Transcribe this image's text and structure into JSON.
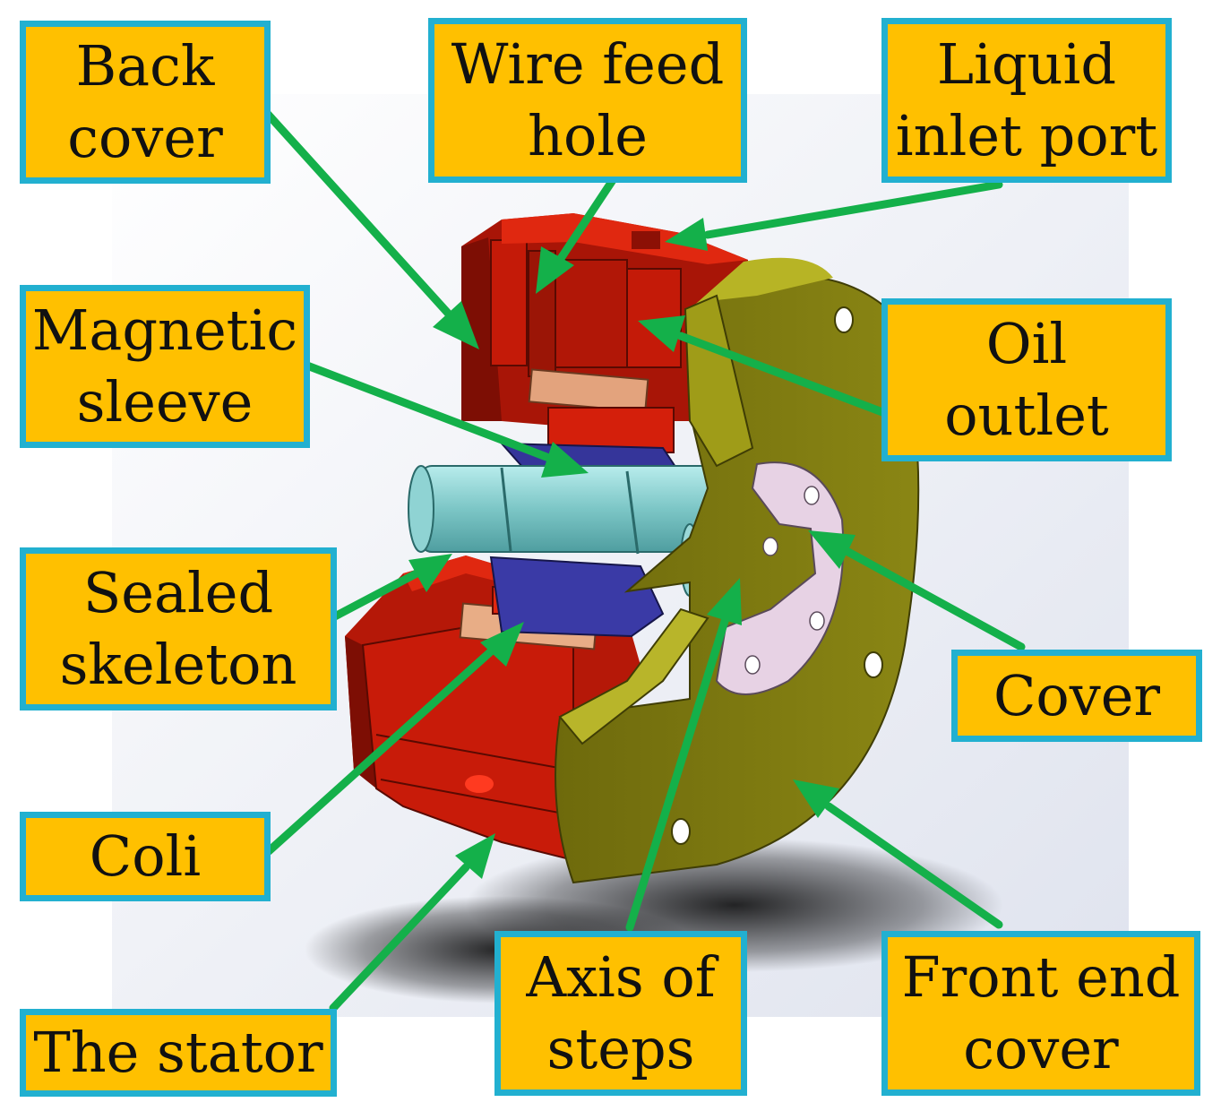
{
  "labels": {
    "back_cover": "Back\ncover",
    "wire_feed_hole": "Wire feed\nhole",
    "liquid_inlet_port": "Liquid\ninlet port",
    "magnetic_sleeve": "Magnetic\nsleeve",
    "oil_outlet": "Oil\noutlet",
    "sealed_skeleton": "Sealed\nskeleton",
    "cover": "Cover",
    "coli": "Coli",
    "axis_of_steps": "Axis of\nsteps",
    "front_end_cover": "Front end\ncover",
    "the_stator": "The stator"
  },
  "colors": {
    "label_fill": "#ffc000",
    "label_border": "#22b0d0",
    "arrow": "#14b04a",
    "housing_red": "#c41a08",
    "end_cover_olive": "#7d7a10",
    "shaft_cyan": "#8fd3d3",
    "sleeve_blue": "#3a3aa0",
    "coil_tan": "#e8a880",
    "plate_pink": "#e7d2e4"
  }
}
